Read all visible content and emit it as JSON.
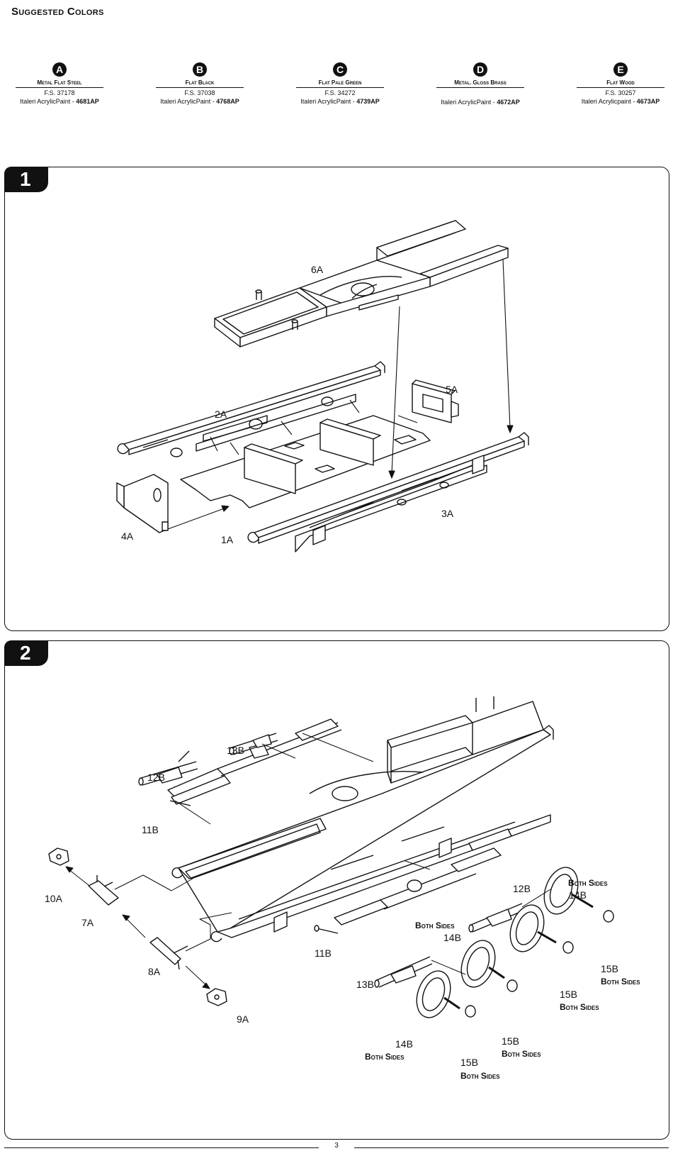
{
  "heading": "Suggested Colors",
  "colors": [
    {
      "letter": "A",
      "name": "Metal Flat Steel",
      "fs": "F.S. 37178",
      "paint_prefix": "Italeri AcrylicPaint - ",
      "paint_code": "4681AP"
    },
    {
      "letter": "B",
      "name": "Flat Black",
      "fs": "F.S. 37038",
      "paint_prefix": "Italeri AcrylicPaint - ",
      "paint_code": "4768AP"
    },
    {
      "letter": "C",
      "name": "Flat Pale Green",
      "fs": "F.S. 34272",
      "paint_prefix": "Italeri AcrylicPaint - ",
      "paint_code": "4739AP"
    },
    {
      "letter": "D",
      "name": "Metal. Gloss Brass",
      "fs": "",
      "paint_prefix": "Italeri AcrylicPaint - ",
      "paint_code": "4672AP"
    },
    {
      "letter": "E",
      "name": "Flat Wood",
      "fs": "F.S. 30257",
      "paint_prefix": "Italeri Acrylicpaint - ",
      "paint_code": "4673AP"
    }
  ],
  "step1": {
    "number": "1",
    "labels": {
      "p6": "6A",
      "p5": "5A",
      "p2": "2A",
      "p3": "3A",
      "p4": "4A",
      "p1": "1A"
    }
  },
  "step2": {
    "number": "2",
    "labels": {
      "p13a": "13B",
      "p12a": "12B",
      "p11a": "11B",
      "p10": "10A",
      "p7": "7A",
      "p8": "8A",
      "p9": "9A",
      "p11b": "11B",
      "p13b": "13B",
      "p12b": "12B",
      "p14a": "14B",
      "p14b": "14B",
      "p14c": "14B",
      "p15a": "15B",
      "p15b": "15B",
      "p15c": "15B",
      "p15d": "15B",
      "both": "Both Sides"
    }
  },
  "page_number": "3"
}
